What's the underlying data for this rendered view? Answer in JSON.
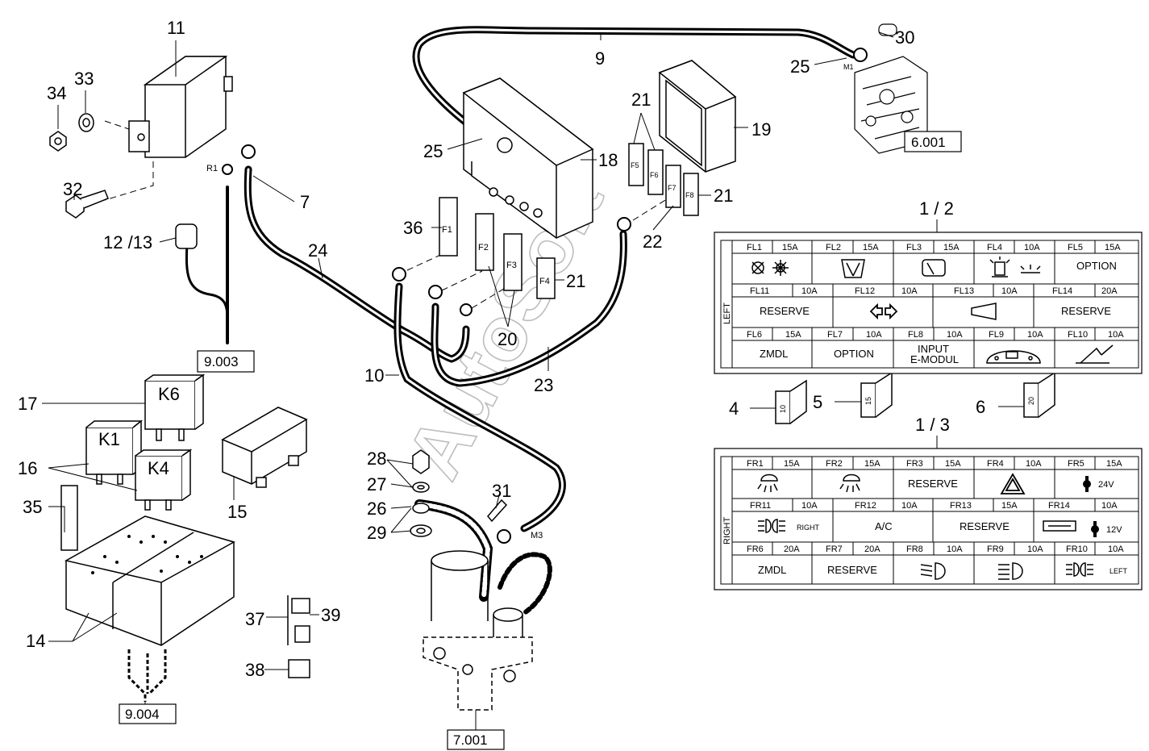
{
  "callouts": {
    "c1": "11",
    "c2": "33",
    "c3": "34",
    "c4": "32",
    "c5": "12 /13",
    "c6": "7",
    "c7": "24",
    "c8": "17",
    "c9": "16",
    "c10": "35",
    "c11": "14",
    "c12": "15",
    "c13": "25",
    "c14": "18",
    "c15": "36",
    "c16": "21",
    "c17": "20",
    "c18": "10",
    "c19": "23",
    "c20": "9",
    "c21": "25",
    "c22": "30",
    "c23": "19",
    "c24": "21",
    "c25": "21",
    "c26": "22",
    "c27": "28",
    "c28": "27",
    "c29": "26",
    "c30": "29",
    "c31": "31",
    "c32": "37",
    "c33": "39",
    "c34": "38",
    "c35": "4",
    "c36": "5",
    "c37": "6",
    "t12": "1 / 2",
    "t13": "1 / 3"
  },
  "refs": {
    "r1": "9.003",
    "r2": "9.004",
    "r3": "7.001",
    "r4": "6.001"
  },
  "labels": {
    "r1": "R1",
    "m1": "M1",
    "m3": "M3",
    "k6": "K6",
    "k1": "K1",
    "k4": "K4",
    "f1": "F1",
    "f2": "F2",
    "f3": "F3",
    "f4": "F4",
    "f5": "F5",
    "f6": "F6",
    "f7": "F7",
    "f8": "F8",
    "fuse4": "10",
    "fuse5": "15",
    "fuse6": "20"
  },
  "watermark": "AutoSoft",
  "table_left": {
    "side": "LEFT",
    "row1": [
      {
        "id": "FL1",
        "amp": "15A",
        "text": "",
        "icon": "fan-sun-icon"
      },
      {
        "id": "FL2",
        "amp": "15A",
        "text": "",
        "icon": "front-wiper-icon"
      },
      {
        "id": "FL3",
        "amp": "15A",
        "text": "",
        "icon": "rear-wiper-icon"
      },
      {
        "id": "FL4",
        "amp": "10A",
        "text": "",
        "icon": "beacon-light-icon"
      },
      {
        "id": "FL5",
        "amp": "15A",
        "text": "OPTION",
        "icon": ""
      }
    ],
    "row2": [
      {
        "id": "FL11",
        "amp": "10A",
        "text": "RESERVE",
        "icon": ""
      },
      {
        "id": "FL12",
        "amp": "10A",
        "text": "",
        "icon": "turn-signal-icon"
      },
      {
        "id": "FL13",
        "amp": "10A",
        "text": "",
        "icon": "horn-icon"
      },
      {
        "id": "FL14",
        "amp": "20A",
        "text": "RESERVE",
        "icon": ""
      }
    ],
    "row3": [
      {
        "id": "FL6",
        "amp": "15A",
        "text": "ZMDL",
        "icon": ""
      },
      {
        "id": "FL7",
        "amp": "10A",
        "text": "OPTION",
        "icon": ""
      },
      {
        "id": "FL8",
        "amp": "10A",
        "text": "INPUT",
        "text2": "E-MODUL",
        "icon": ""
      },
      {
        "id": "FL9",
        "amp": "10A",
        "text": "",
        "icon": "dashboard-icon"
      },
      {
        "id": "FL10",
        "amp": "10A",
        "text": "",
        "icon": "pedal-icon"
      }
    ]
  },
  "table_right": {
    "side": "RIGHT",
    "row1": [
      {
        "id": "FR1",
        "amp": "15A",
        "text": "",
        "icon": "work-light-icon"
      },
      {
        "id": "FR2",
        "amp": "15A",
        "text": "",
        "icon": "work-light-icon"
      },
      {
        "id": "FR3",
        "amp": "15A",
        "text": "RESERVE",
        "icon": ""
      },
      {
        "id": "FR4",
        "amp": "10A",
        "text": "",
        "icon": "hazard-icon"
      },
      {
        "id": "FR5",
        "amp": "15A",
        "text": "24V",
        "icon": "socket-icon"
      }
    ],
    "row2": [
      {
        "id": "FR11",
        "amp": "10A",
        "text": "RIGHT",
        "icon": "side-light-icon"
      },
      {
        "id": "FR12",
        "amp": "10A",
        "text": "A/C",
        "icon": ""
      },
      {
        "id": "FR13",
        "amp": "15A",
        "text": "RESERVE",
        "icon": ""
      },
      {
        "id": "FR14",
        "amp": "10A",
        "text": "12V",
        "icon": "socket-icon"
      }
    ],
    "row3": [
      {
        "id": "FR6",
        "amp": "20A",
        "text": "ZMDL",
        "icon": ""
      },
      {
        "id": "FR7",
        "amp": "20A",
        "text": "RESERVE",
        "icon": ""
      },
      {
        "id": "FR8",
        "amp": "10A",
        "text": "",
        "icon": "low-beam-icon"
      },
      {
        "id": "FR9",
        "amp": "10A",
        "text": "",
        "icon": "high-beam-icon"
      },
      {
        "id": "FR10",
        "amp": "10A",
        "text": "LEFT",
        "icon": "side-light-icon"
      }
    ]
  }
}
